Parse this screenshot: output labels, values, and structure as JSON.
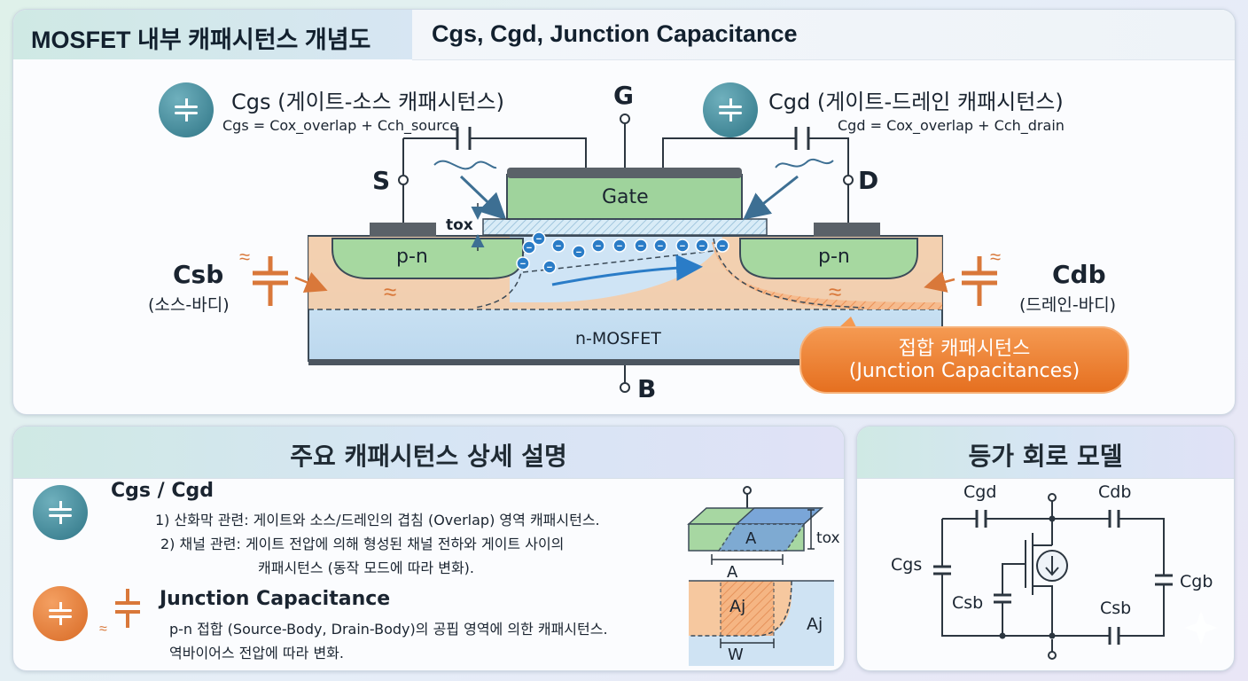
{
  "header": {
    "title": "MOSFET 내부 캐패시턴스 개념도",
    "subtitle": "Cgs, Cgd, Junction Capacitance"
  },
  "diagram": {
    "terminals": {
      "gate": "G",
      "source": "S",
      "drain": "D",
      "body": "B"
    },
    "gate_label": "Gate",
    "tox_label": "tox",
    "source_region": "p-n",
    "drain_region": "p-n",
    "substrate_label": "n-MOSFET",
    "cgs": {
      "label": "Cgs (게이트-소스 캐패시턴스)",
      "formula": "Cgs = Cox_overlap + Cch_source"
    },
    "cgd": {
      "label": "Cgd (게이트-드레인 캐패시턴스)",
      "formula": "Cgd = Cox_overlap + Cch_drain"
    },
    "csb": {
      "label": "Csb",
      "desc": "(소스-바디)"
    },
    "cdb": {
      "label": "Cdb",
      "desc": "(드레인-바디)"
    },
    "junction_callout": {
      "line1": "접합 캐패시턴스",
      "line2": "(Junction Capacitances)"
    }
  },
  "details": {
    "title": "주요 캐패시턴스 상세 설명",
    "cgs_cgd": {
      "heading": "Cgs / Cgd",
      "line1": "1) 산화막 관련: 게이트와 소스/드레인의 겹침 (Overlap) 영역 캐패시턴스.",
      "line2": "2) 채널 관련: 게이트 전압에 의해 형성된 채널 전하와 게이트 사이의",
      "line3": "캐패시턴스 (동작 모드에 따라 변화)."
    },
    "junction": {
      "heading": "Junction Capacitance",
      "line1": "p-n 접합 (Source-Body, Drain-Body)의 공핍 영역에 의한 캐패시턴스.",
      "line2": "역바이어스 전압에 따라 변화."
    },
    "mini": {
      "area": "A",
      "tox": "tox",
      "aj": "Aj",
      "width": "W"
    }
  },
  "circuit": {
    "title": "등가 회로 모델",
    "labels": {
      "cgd": "Cgd",
      "cdb": "Cdb",
      "cgs": "Cgs",
      "cgb": "Cgb",
      "csb_left": "Csb",
      "csb_bottom": "Csb"
    }
  },
  "colors": {
    "teal": "#2f7586",
    "orange": "#e07a2e",
    "gate_green": "#9fd39c",
    "pn_green": "#a6d8a0",
    "depletion": "#f6c79c",
    "substrate": "#cfe3f3"
  }
}
